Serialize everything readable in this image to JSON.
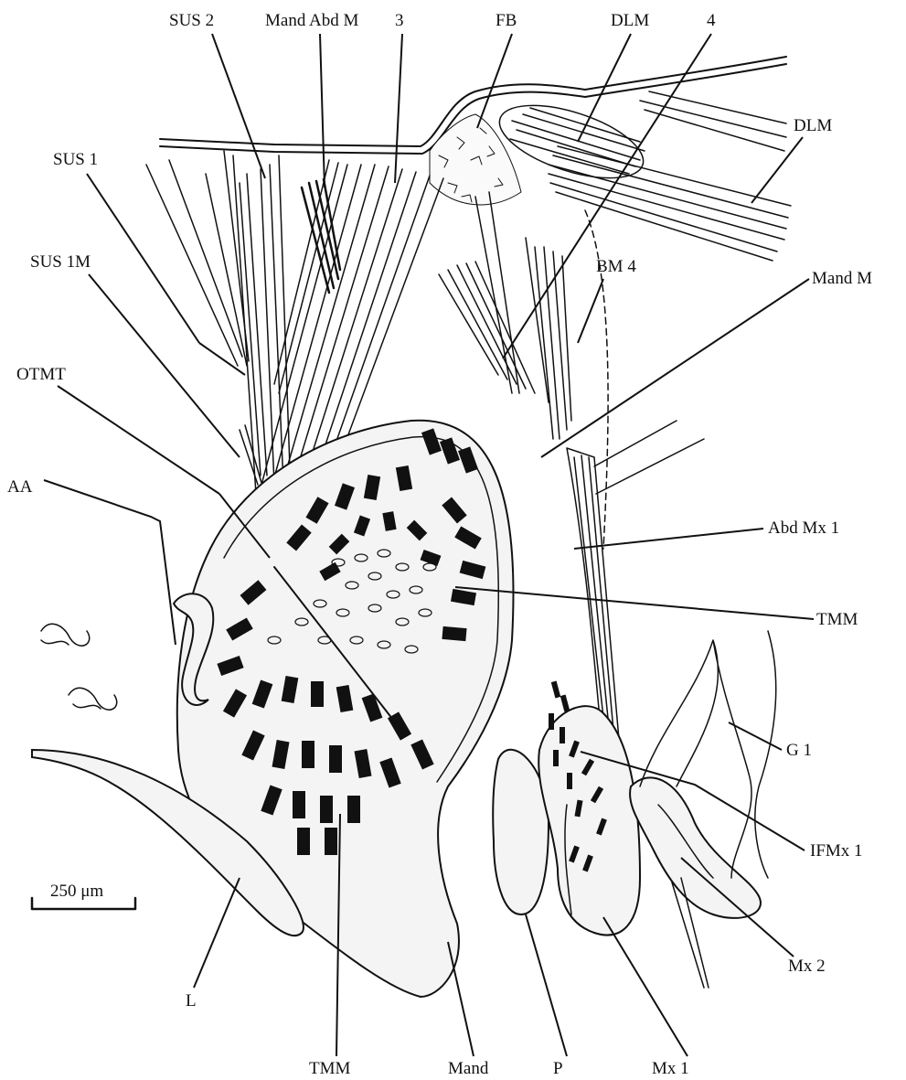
{
  "figure": {
    "labels": {
      "sus2": "SUS 2",
      "mand_abd_m": "Mand Abd M",
      "n3": "3",
      "fb": "FB",
      "dlm_top": "DLM",
      "n4": "4",
      "dlm_right": "DLM",
      "sus1": "SUS 1",
      "sus1m": "SUS 1M",
      "bm4": "BM 4",
      "mand_m": "Mand M",
      "otmt": "OTMT",
      "aa": "AA",
      "abd_mx1": "Abd Mx 1",
      "tmm_right": "TMM",
      "g1": "G 1",
      "ifmx1": "IFMx 1",
      "mx2": "Mx 2",
      "l": "L",
      "tmm_bottom": "TMM",
      "mand": "Mand",
      "p": "P",
      "mx1": "Mx 1"
    },
    "scale_bar": {
      "label": "250 μm"
    },
    "colors": {
      "ink": "#111111",
      "paper": "#ffffff",
      "stipple": "#555555"
    }
  }
}
